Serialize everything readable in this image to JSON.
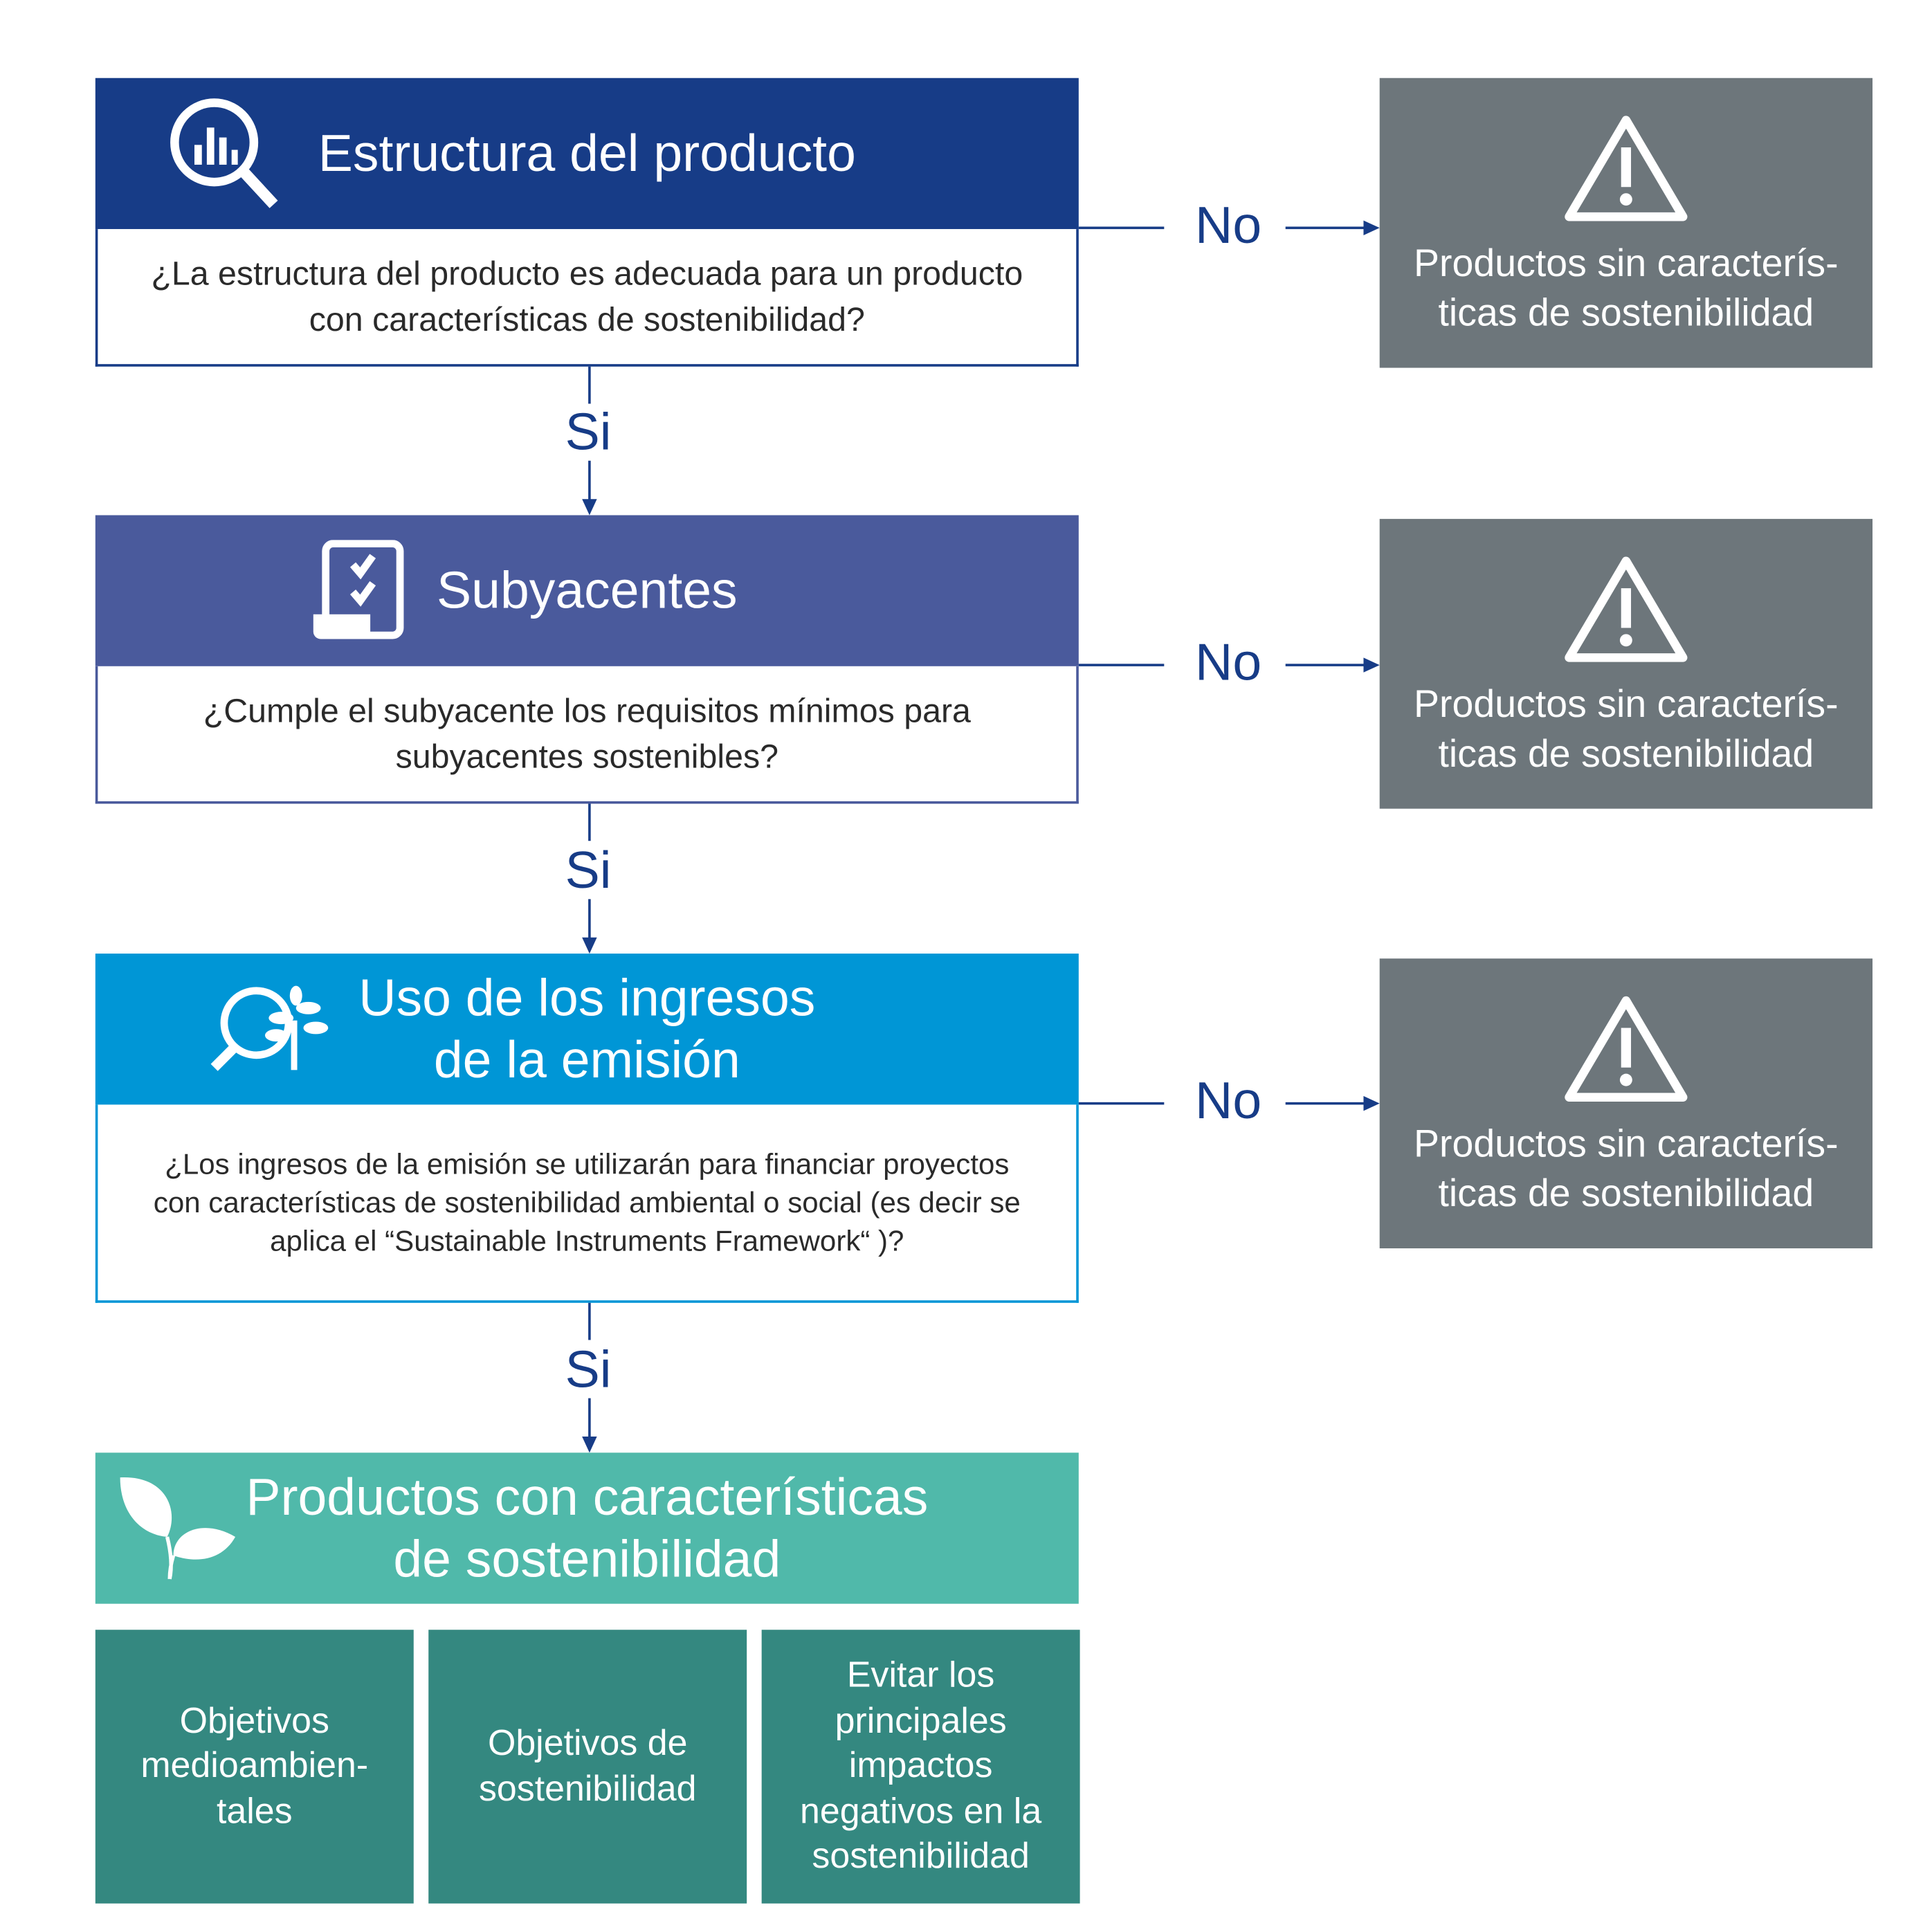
{
  "steps": [
    {
      "title": "Estructura del producto",
      "question": "¿La estructura del producto es adecuada para un producto con características de sostenibilidad?",
      "color": "#173c87"
    },
    {
      "title": "Subyacentes",
      "question": "¿Cumple el subyacente los requisitos mínimos para subyacentes sostenibles?",
      "color": "#4a5a9c"
    },
    {
      "title": "Uso de los ingresos de la emisión",
      "question": "¿Los ingresos de la emisión se utilizarán para financiar proyectos con características de sostenibilidad ambiental o social (es decir se aplica el “Sustainable Instruments Framework“ )?",
      "color": "#0096d6"
    }
  ],
  "no_label": "No",
  "yes_label": "Si",
  "negative_outcome": "Productos sin caracterís- ticas de sostenibilidad",
  "positive_outcome": {
    "title": "Productos con características de sostenibilidad",
    "color": "#50b9aa"
  },
  "categories": [
    "Objetivos medioambien- tales",
    "Objetivos de sostenibilidad",
    "Evitar los principales impactos negativos en la sostenibilidad"
  ]
}
